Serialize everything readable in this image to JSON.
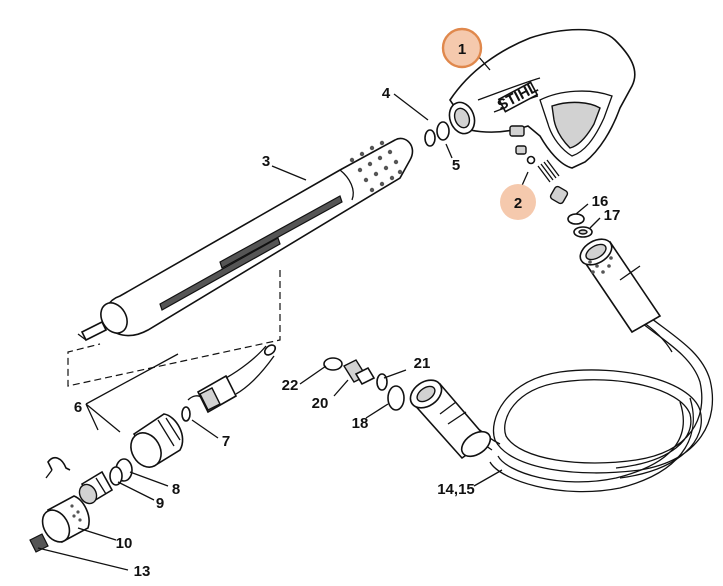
{
  "diagram": {
    "brand_text": "STIHL",
    "highlight_fill": "#f5c9ad",
    "highlight_stroke": "#e0884c",
    "labels": [
      {
        "id": "1",
        "text": "1",
        "highlighted": true
      },
      {
        "id": "2",
        "text": "2",
        "highlighted": true
      },
      {
        "id": "3",
        "text": "3"
      },
      {
        "id": "4",
        "text": "4"
      },
      {
        "id": "5",
        "text": "5"
      },
      {
        "id": "6",
        "text": "6"
      },
      {
        "id": "7",
        "text": "7"
      },
      {
        "id": "8",
        "text": "8"
      },
      {
        "id": "9",
        "text": "9"
      },
      {
        "id": "10",
        "text": "10"
      },
      {
        "id": "13",
        "text": "13"
      },
      {
        "id": "14_15",
        "text": "14,15"
      },
      {
        "id": "16",
        "text": "16"
      },
      {
        "id": "17",
        "text": "17"
      },
      {
        "id": "18",
        "text": "18"
      },
      {
        "id": "20",
        "text": "20"
      },
      {
        "id": "21",
        "text": "21"
      },
      {
        "id": "22",
        "text": "22"
      }
    ]
  }
}
